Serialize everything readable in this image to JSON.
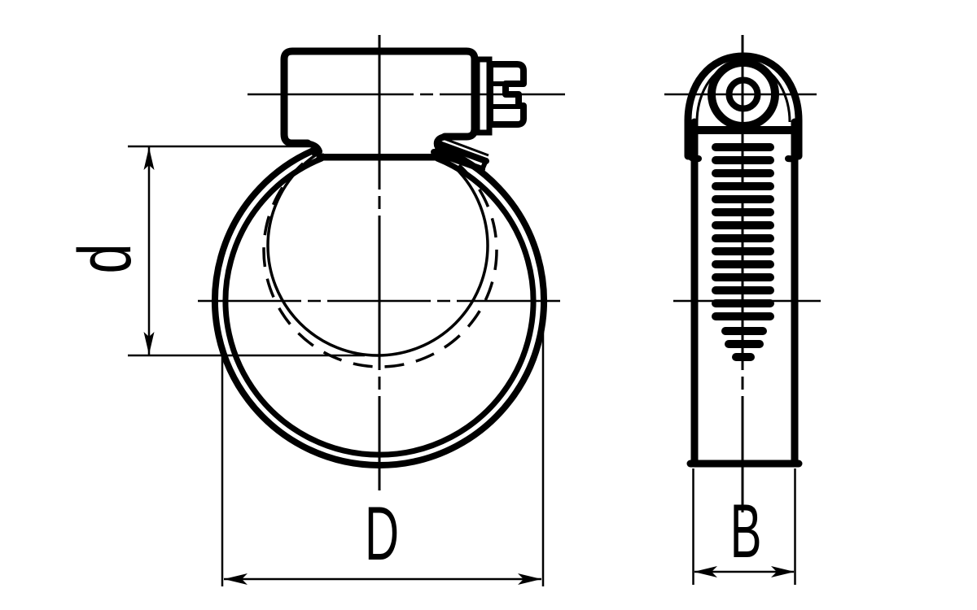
{
  "drawing": {
    "labels": {
      "inner_diameter": "d",
      "outer_diameter": "D",
      "band_width": "B"
    },
    "colors": {
      "line": "#000000",
      "background": "#ffffff"
    }
  }
}
